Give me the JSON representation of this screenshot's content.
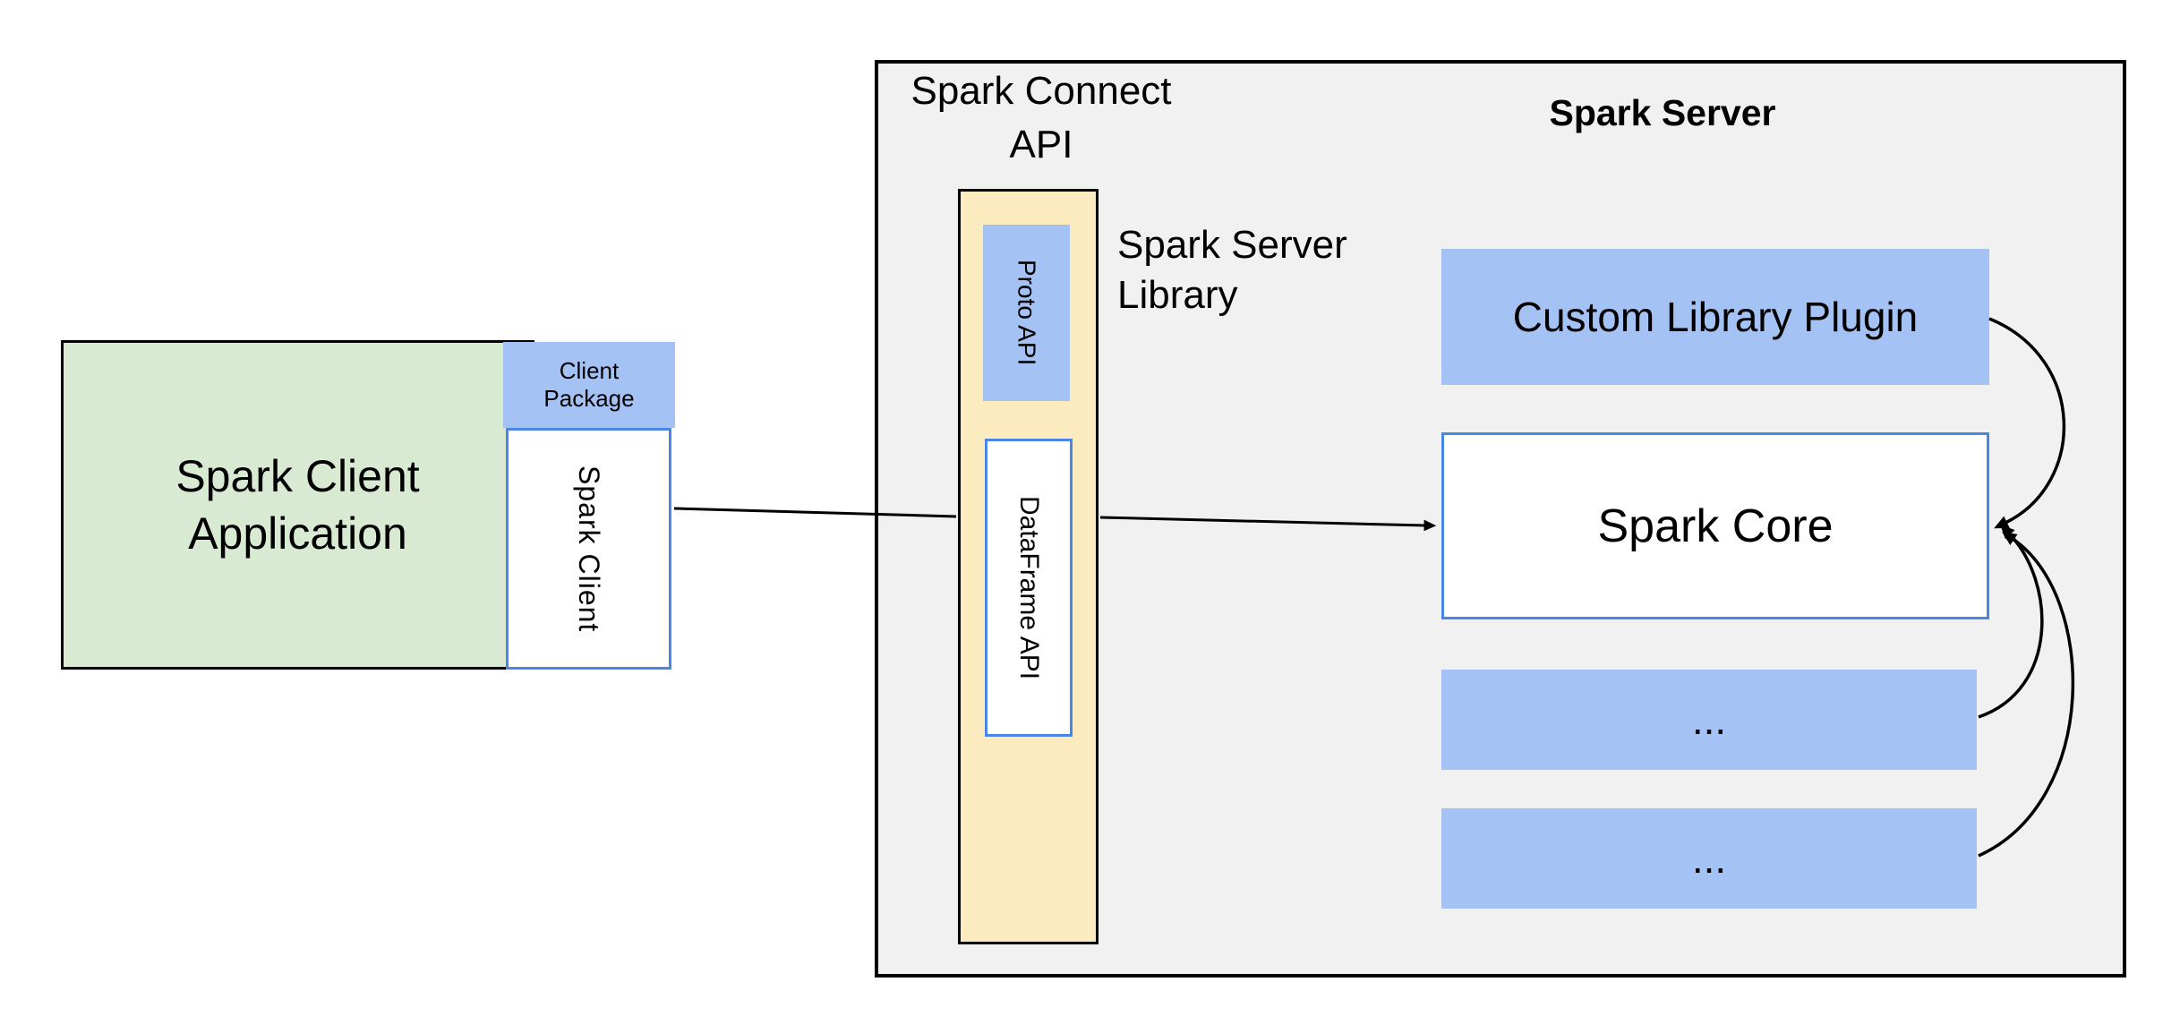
{
  "nodes": {
    "spark_client_application": {
      "label": "Spark Client Application"
    },
    "client_package": {
      "label": "Client Package"
    },
    "spark_client": {
      "label": "Spark Client"
    },
    "spark_connect_api": {
      "label": "Spark Connect API"
    },
    "spark_server_library": {
      "label": "Spark Server Library"
    },
    "proto_api": {
      "label": "Proto API"
    },
    "dataframe_api": {
      "label": "DataFrame API"
    },
    "spark_server": {
      "label": "Spark Server"
    },
    "custom_library_plugin": {
      "label": "Custom Library Plugin"
    },
    "spark_core": {
      "label": "Spark Core"
    },
    "plugin_slot_1": {
      "label": "..."
    },
    "plugin_slot_2": {
      "label": "..."
    }
  },
  "colors": {
    "green_fill": "#d9ead3",
    "blue_fill": "#a4c2f4",
    "blue_border": "#4a86e8",
    "yellow_fill": "#fcebbe",
    "gray_fill": "#f1f1f2",
    "line": "#000000"
  }
}
